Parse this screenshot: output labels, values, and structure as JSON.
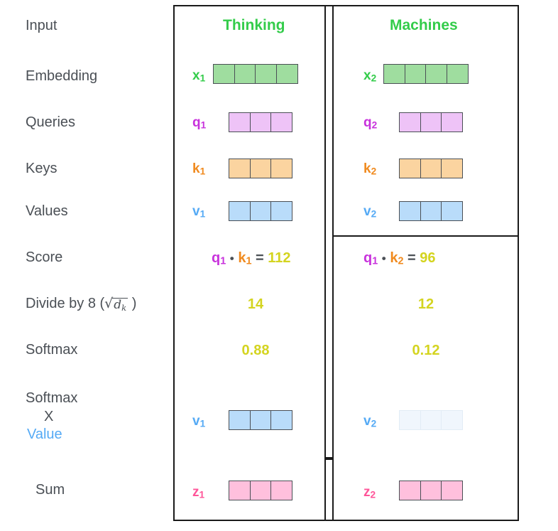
{
  "diagram": {
    "title": "self-attention-calculation",
    "row_labels": [
      {
        "key": "input",
        "text": "Input"
      },
      {
        "key": "embedding",
        "text": "Embedding"
      },
      {
        "key": "queries",
        "text": "Queries"
      },
      {
        "key": "keys",
        "text": "Keys"
      },
      {
        "key": "values",
        "text": "Values"
      },
      {
        "key": "score",
        "text": "Score"
      },
      {
        "key": "divide",
        "text": "Divide by 8 (",
        "math_prefix": "Divide by 8 (",
        "math_var": "d",
        "math_sub": "k",
        "math_suffix": ")"
      },
      {
        "key": "softmax",
        "text": "Softmax"
      },
      {
        "key": "softmax_x_value_line1",
        "text": "Softmax"
      },
      {
        "key": "softmax_x_value_line2",
        "text": "X"
      },
      {
        "key": "softmax_x_value_line3",
        "text": "Value"
      },
      {
        "key": "sum",
        "text": "Sum"
      }
    ],
    "columns": [
      {
        "word": "Thinking",
        "embedding_label": "x",
        "embedding_idx": "1",
        "embedding_cells": 4,
        "query_label": "q",
        "query_idx": "1",
        "query_cells": 3,
        "key_label": "k",
        "key_idx": "1",
        "key_cells": 3,
        "value_label": "v",
        "value_idx": "1",
        "value_cells": 3,
        "score_q": "q",
        "score_q_idx": "1",
        "score_dot": "•",
        "score_k": "k",
        "score_k_idx": "1",
        "score_eq": "=",
        "score_value": "112",
        "divided_value": "14",
        "softmax_value": "0.88",
        "weighted_value_label": "v",
        "weighted_value_idx": "1",
        "weighted_faded": false,
        "sum_label": "z",
        "sum_idx": "1",
        "sum_cells": 3
      },
      {
        "word": "Machines",
        "embedding_label": "x",
        "embedding_idx": "2",
        "embedding_cells": 4,
        "query_label": "q",
        "query_idx": "2",
        "query_cells": 3,
        "key_label": "k",
        "key_idx": "2",
        "key_cells": 3,
        "value_label": "v",
        "value_idx": "2",
        "value_cells": 3,
        "score_q": "q",
        "score_q_idx": "1",
        "score_dot": "•",
        "score_k": "k",
        "score_k_idx": "2",
        "score_eq": "=",
        "score_value": "96",
        "divided_value": "12",
        "softmax_value": "0.12",
        "weighted_value_label": "v",
        "weighted_value_idx": "2",
        "weighted_faded": true,
        "sum_label": "z",
        "sum_idx": "2",
        "sum_cells": 3
      }
    ],
    "colors": {
      "embedding": "#33cc4a",
      "query": "#c832dc",
      "key": "#f08a1e",
      "value": "#55aaf5",
      "sum": "#ff5599",
      "number": "#d4d420",
      "label_text": "#4a4f55",
      "outline": "#1a1a1a",
      "fill_green": "#9fdd9f",
      "fill_purple": "#eec3f7",
      "fill_orange": "#fbd4a0",
      "fill_blue": "#b9dcfa",
      "fill_pink": "#ffc0dd",
      "fill_faded_blue": "#f0f6fd"
    }
  }
}
